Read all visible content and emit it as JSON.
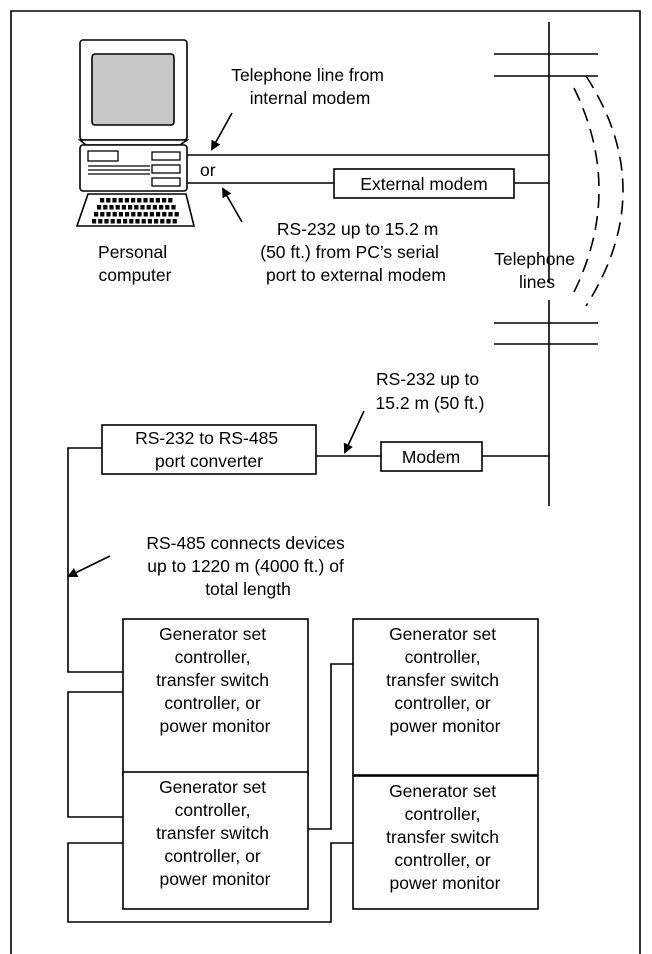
{
  "labels": {
    "phone_line": [
      "Telephone line from",
      "internal modem"
    ],
    "or": "or",
    "external_modem": "External modem",
    "rs232_pc": [
      "RS-232 up to 15.2 m",
      "(50 ft.) from PC’s serial",
      "port to external modem"
    ],
    "personal_computer": [
      "Personal",
      "computer"
    ],
    "telephone_lines": [
      "Telephone",
      "lines"
    ],
    "rs232_modem": [
      "RS-232 up to",
      "15.2 m (50 ft.)"
    ],
    "converter": [
      "RS-232 to RS-485",
      "port converter"
    ],
    "modem": "Modem",
    "rs485": [
      "RS-485 connects devices",
      "up to 1220 m (4000 ft.) of",
      "total length"
    ]
  },
  "devices": [
    [
      "Generator set",
      "controller,",
      "transfer switch",
      "controller, or",
      "power monitor"
    ],
    [
      "Generator set",
      "controller,",
      "transfer switch",
      "controller, or",
      "power monitor"
    ],
    [
      "Generator set",
      "controller,",
      "transfer switch",
      "controller, or",
      "power monitor"
    ],
    [
      "Generator set",
      "controller,",
      "transfer switch",
      "controller, or",
      "power monitor"
    ]
  ],
  "colors": {
    "line": "#000000",
    "background": "#ffffff"
  }
}
